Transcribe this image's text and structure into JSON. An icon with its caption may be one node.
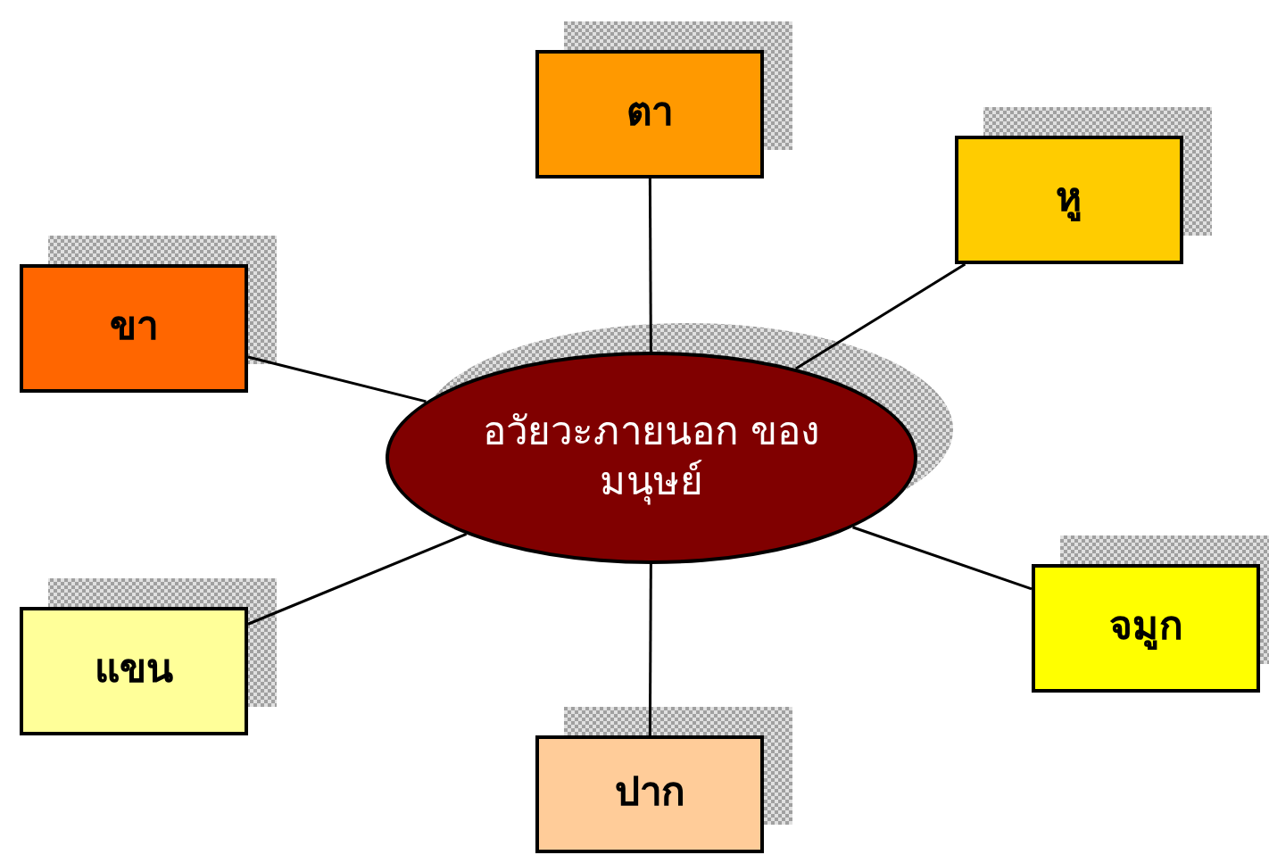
{
  "diagram": {
    "nodes": [
      {
        "text": [
          "ตา"
        ]
      },
      {
        "text": [
          "หู"
        ]
      },
      {
        "text": [
          "ขา"
        ]
      },
      {
        "text": [
          "อวัยวะภายนอก ของมนุษย์"
        ]
      },
      {
        "text": [
          "จมูก"
        ]
      },
      {
        "text": [
          "แขน"
        ]
      },
      {
        "text": [
          "ปาก"
        ]
      }
    ],
    "edges": [
      {
        "from": 3,
        "to": 0,
        "arrow": "none"
      },
      {
        "from": 3,
        "to": 1,
        "arrow": "none"
      },
      {
        "from": 3,
        "to": 2,
        "arrow": "none"
      },
      {
        "from": 3,
        "to": 4,
        "arrow": "none"
      },
      {
        "from": 3,
        "to": 5,
        "arrow": "none"
      },
      {
        "from": 3,
        "to": 6,
        "arrow": "none"
      }
    ]
  }
}
